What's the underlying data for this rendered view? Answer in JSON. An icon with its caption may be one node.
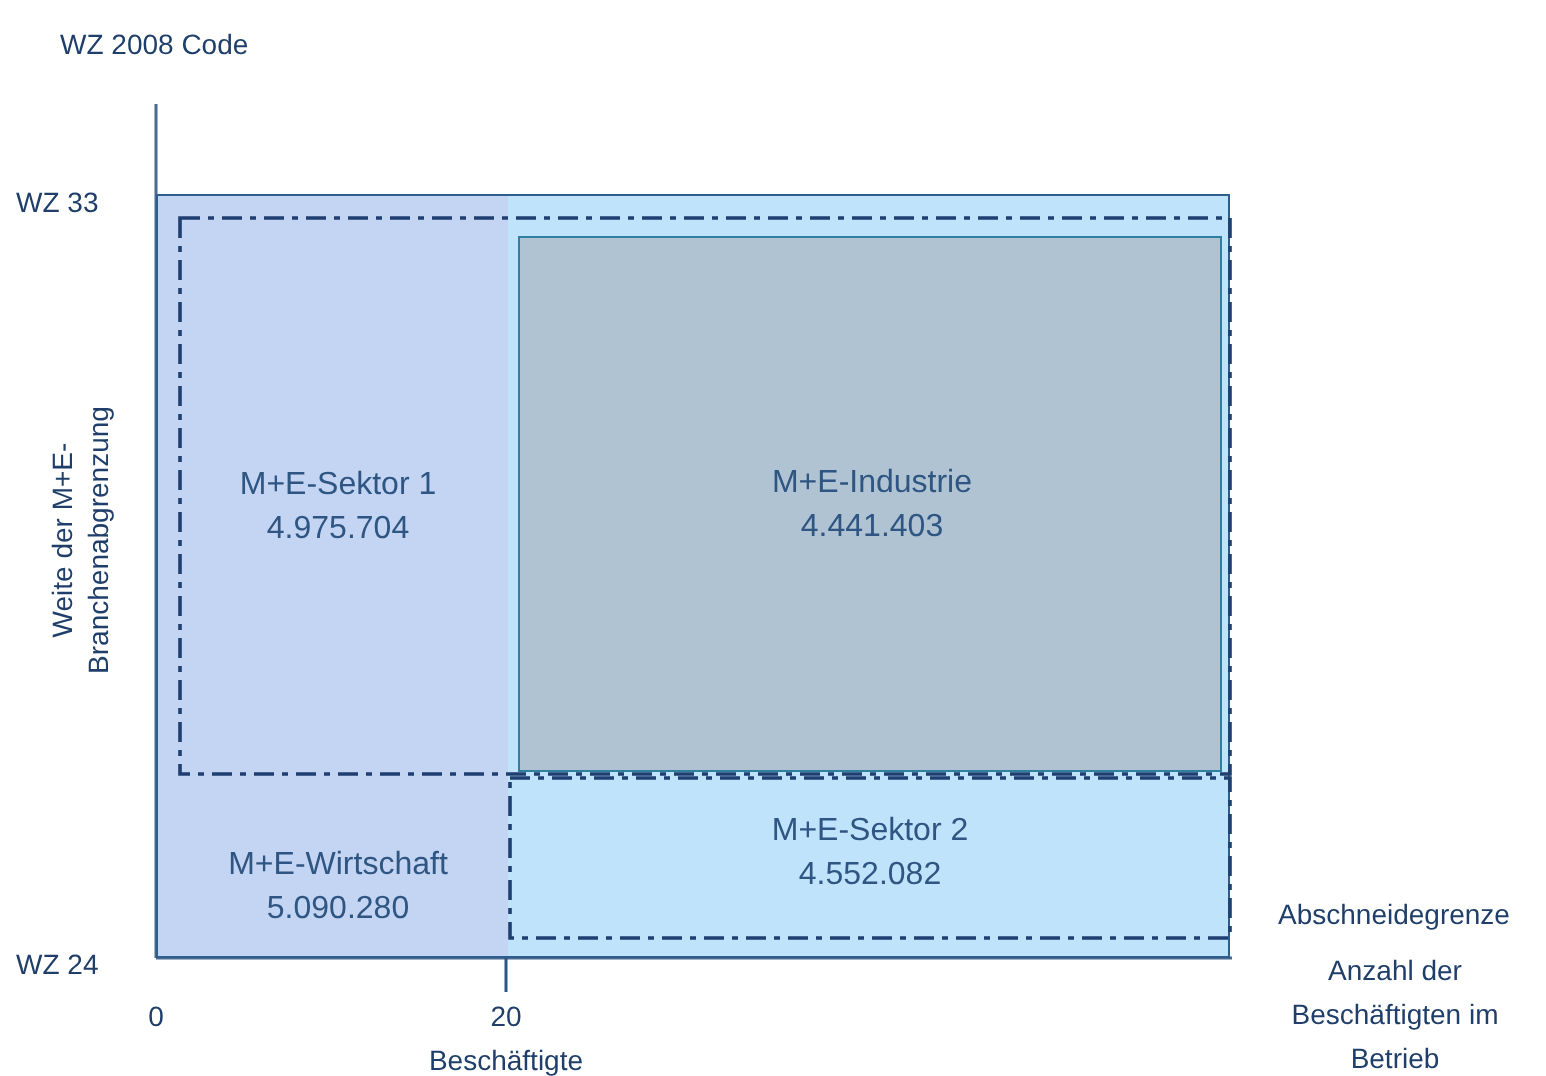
{
  "diagram": {
    "nodes": [
      {
        "text": [
          "M+E-Wirtschaft",
          "5.090.280"
        ]
      },
      {
        "text": [
          "M+E-Sektor 1",
          "4.975.704"
        ],
        "in": 0
      },
      {
        "text": [
          "M+E-Sektor 2",
          "4.552.082"
        ],
        "in": 0
      },
      {
        "text": [
          "M+E-Industrie",
          "4.441.403"
        ],
        "in": 1
      }
    ],
    "edges": [],
    "labels": [
      "WZ 2008 Code",
      "WZ 33",
      "Weite der M+E-Branchenabgrenzung",
      "WZ 24",
      "0",
      "20",
      "Beschäftigte",
      "Abschneidegrenze",
      "Anzahl der Beschäftigten im Betrieb"
    ]
  }
}
